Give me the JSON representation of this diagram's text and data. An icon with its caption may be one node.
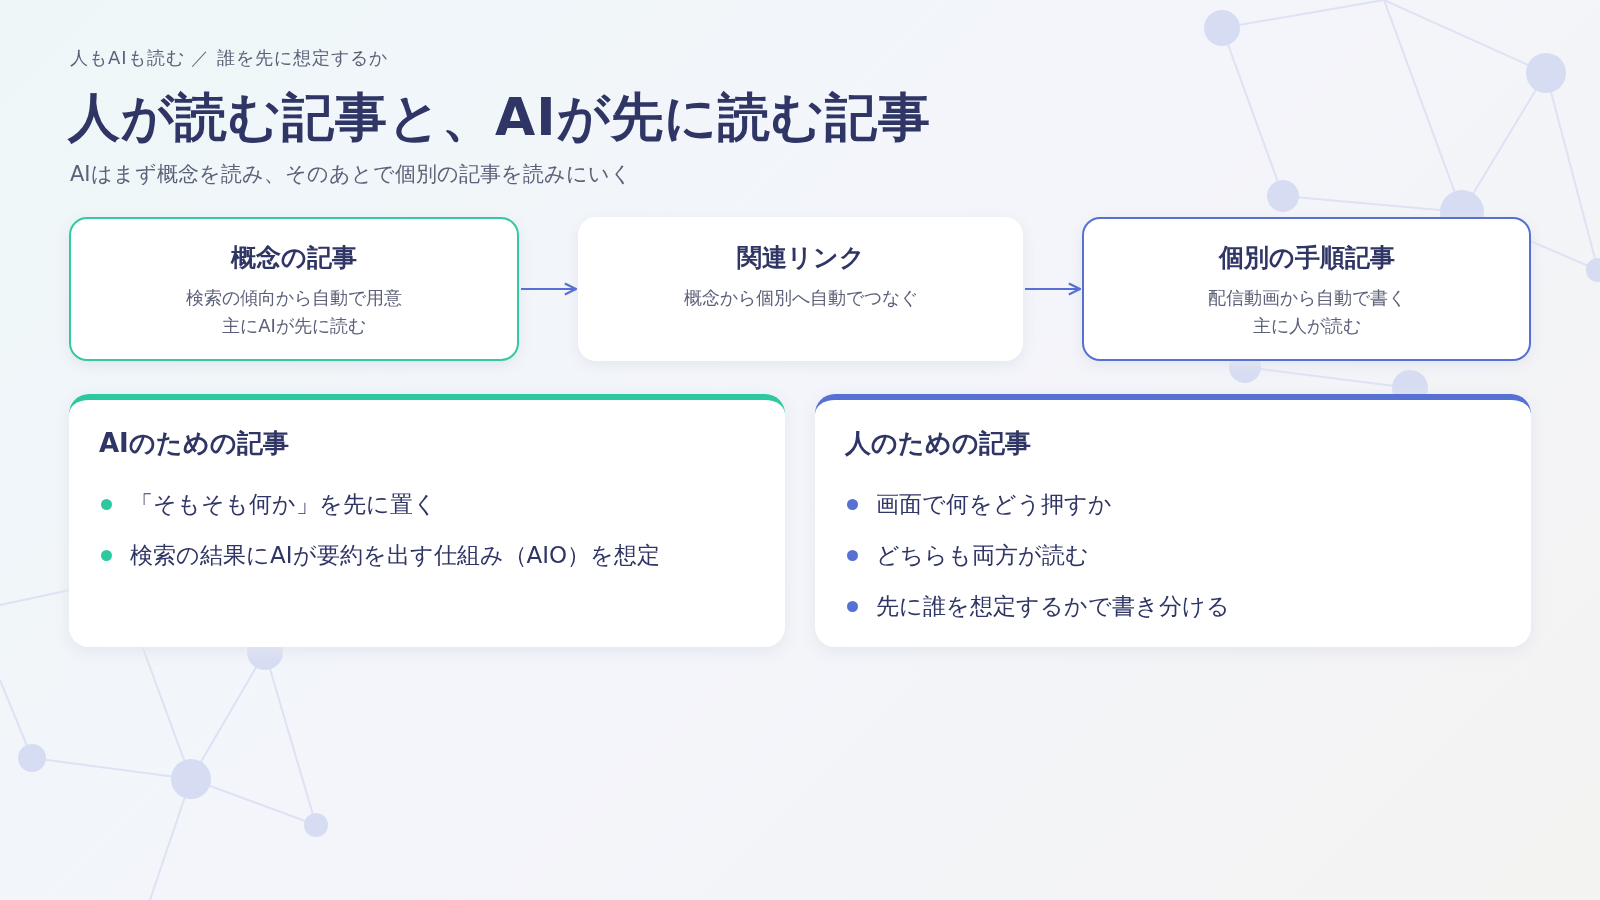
{
  "diagram": {
    "title": "人が読む記事と、AIが先に読む記事",
    "nodes": [
      {
        "text": [
          "概念の記事",
          "検索の傾向から自動で用意",
          "主にAIが先に読む"
        ]
      },
      {
        "text": [
          "関連リンク",
          "概念から個別へ自動でつなぐ"
        ]
      },
      {
        "text": [
          "個別の手順記事",
          "配信動画から自動で書く",
          "主に人が読む"
        ]
      },
      {
        "text": [
          "AIのための記事",
          "「そもそも何か」を先に置く",
          "検索の結果にAIが要約を出す仕組み（AIO）を想定"
        ]
      },
      {
        "text": [
          "人のための記事",
          "画面で何をどう押すか",
          "どちらも両方が読む",
          "先に誰を想定するかで書き分ける"
        ]
      }
    ],
    "edges": [
      {
        "from": 0,
        "to": 1,
        "arrow": "to"
      },
      {
        "from": 1,
        "to": 2,
        "arrow": "to"
      }
    ],
    "labels": [
      "人もAIも読む ／ 誰を先に想定するか",
      "AIはまず概念を読み、そのあとで個別の記事を読みにいく"
    ]
  }
}
